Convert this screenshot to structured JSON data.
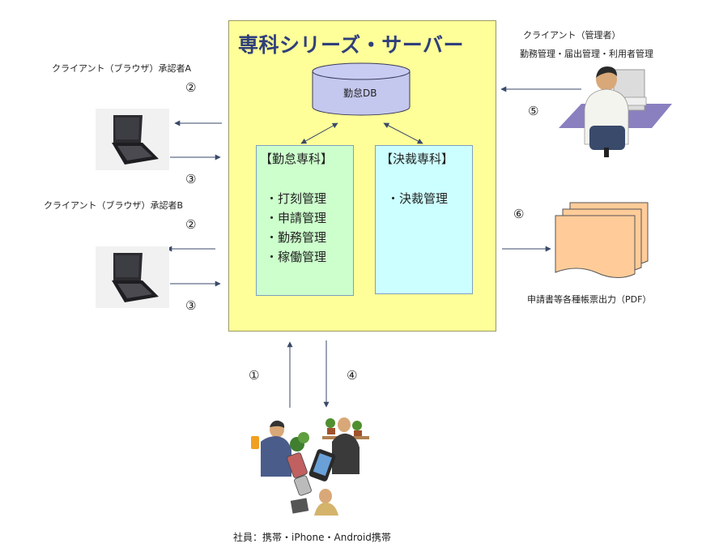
{
  "server": {
    "title": "専科シリーズ・サーバー",
    "db_label": "勤怠DB",
    "module_attendance": {
      "title": "【勤怠専科】",
      "items": [
        "・打刻管理",
        "・申請管理",
        "・勤務管理",
        "・稼働管理"
      ]
    },
    "module_approval": {
      "title": "【決裁専科】",
      "items": [
        "・決裁管理"
      ]
    }
  },
  "clients": {
    "approver_a": "クライアント（ブラウザ）承認者A",
    "approver_b": "クライアント（ブラウザ）承認者B",
    "admin_line1": "クライアント（管理者）",
    "admin_line2": "勤務管理・届出管理・利用者管理",
    "output_label": "申請書等各種帳票出力（PDF）",
    "employees": "社員：携帯・iPhone・Android携帯"
  },
  "markers": {
    "m1": "①",
    "m2": "②",
    "m3": "③",
    "m4": "④",
    "m5": "⑤",
    "m6": "⑥"
  },
  "colors": {
    "server_bg": "#ffff99",
    "attendance_bg": "#ccffcc",
    "approval_bg": "#ccffff",
    "db_fill": "#c4c8ee",
    "document_fill": "#ffcc99",
    "title_text": "#2f3f7a"
  }
}
